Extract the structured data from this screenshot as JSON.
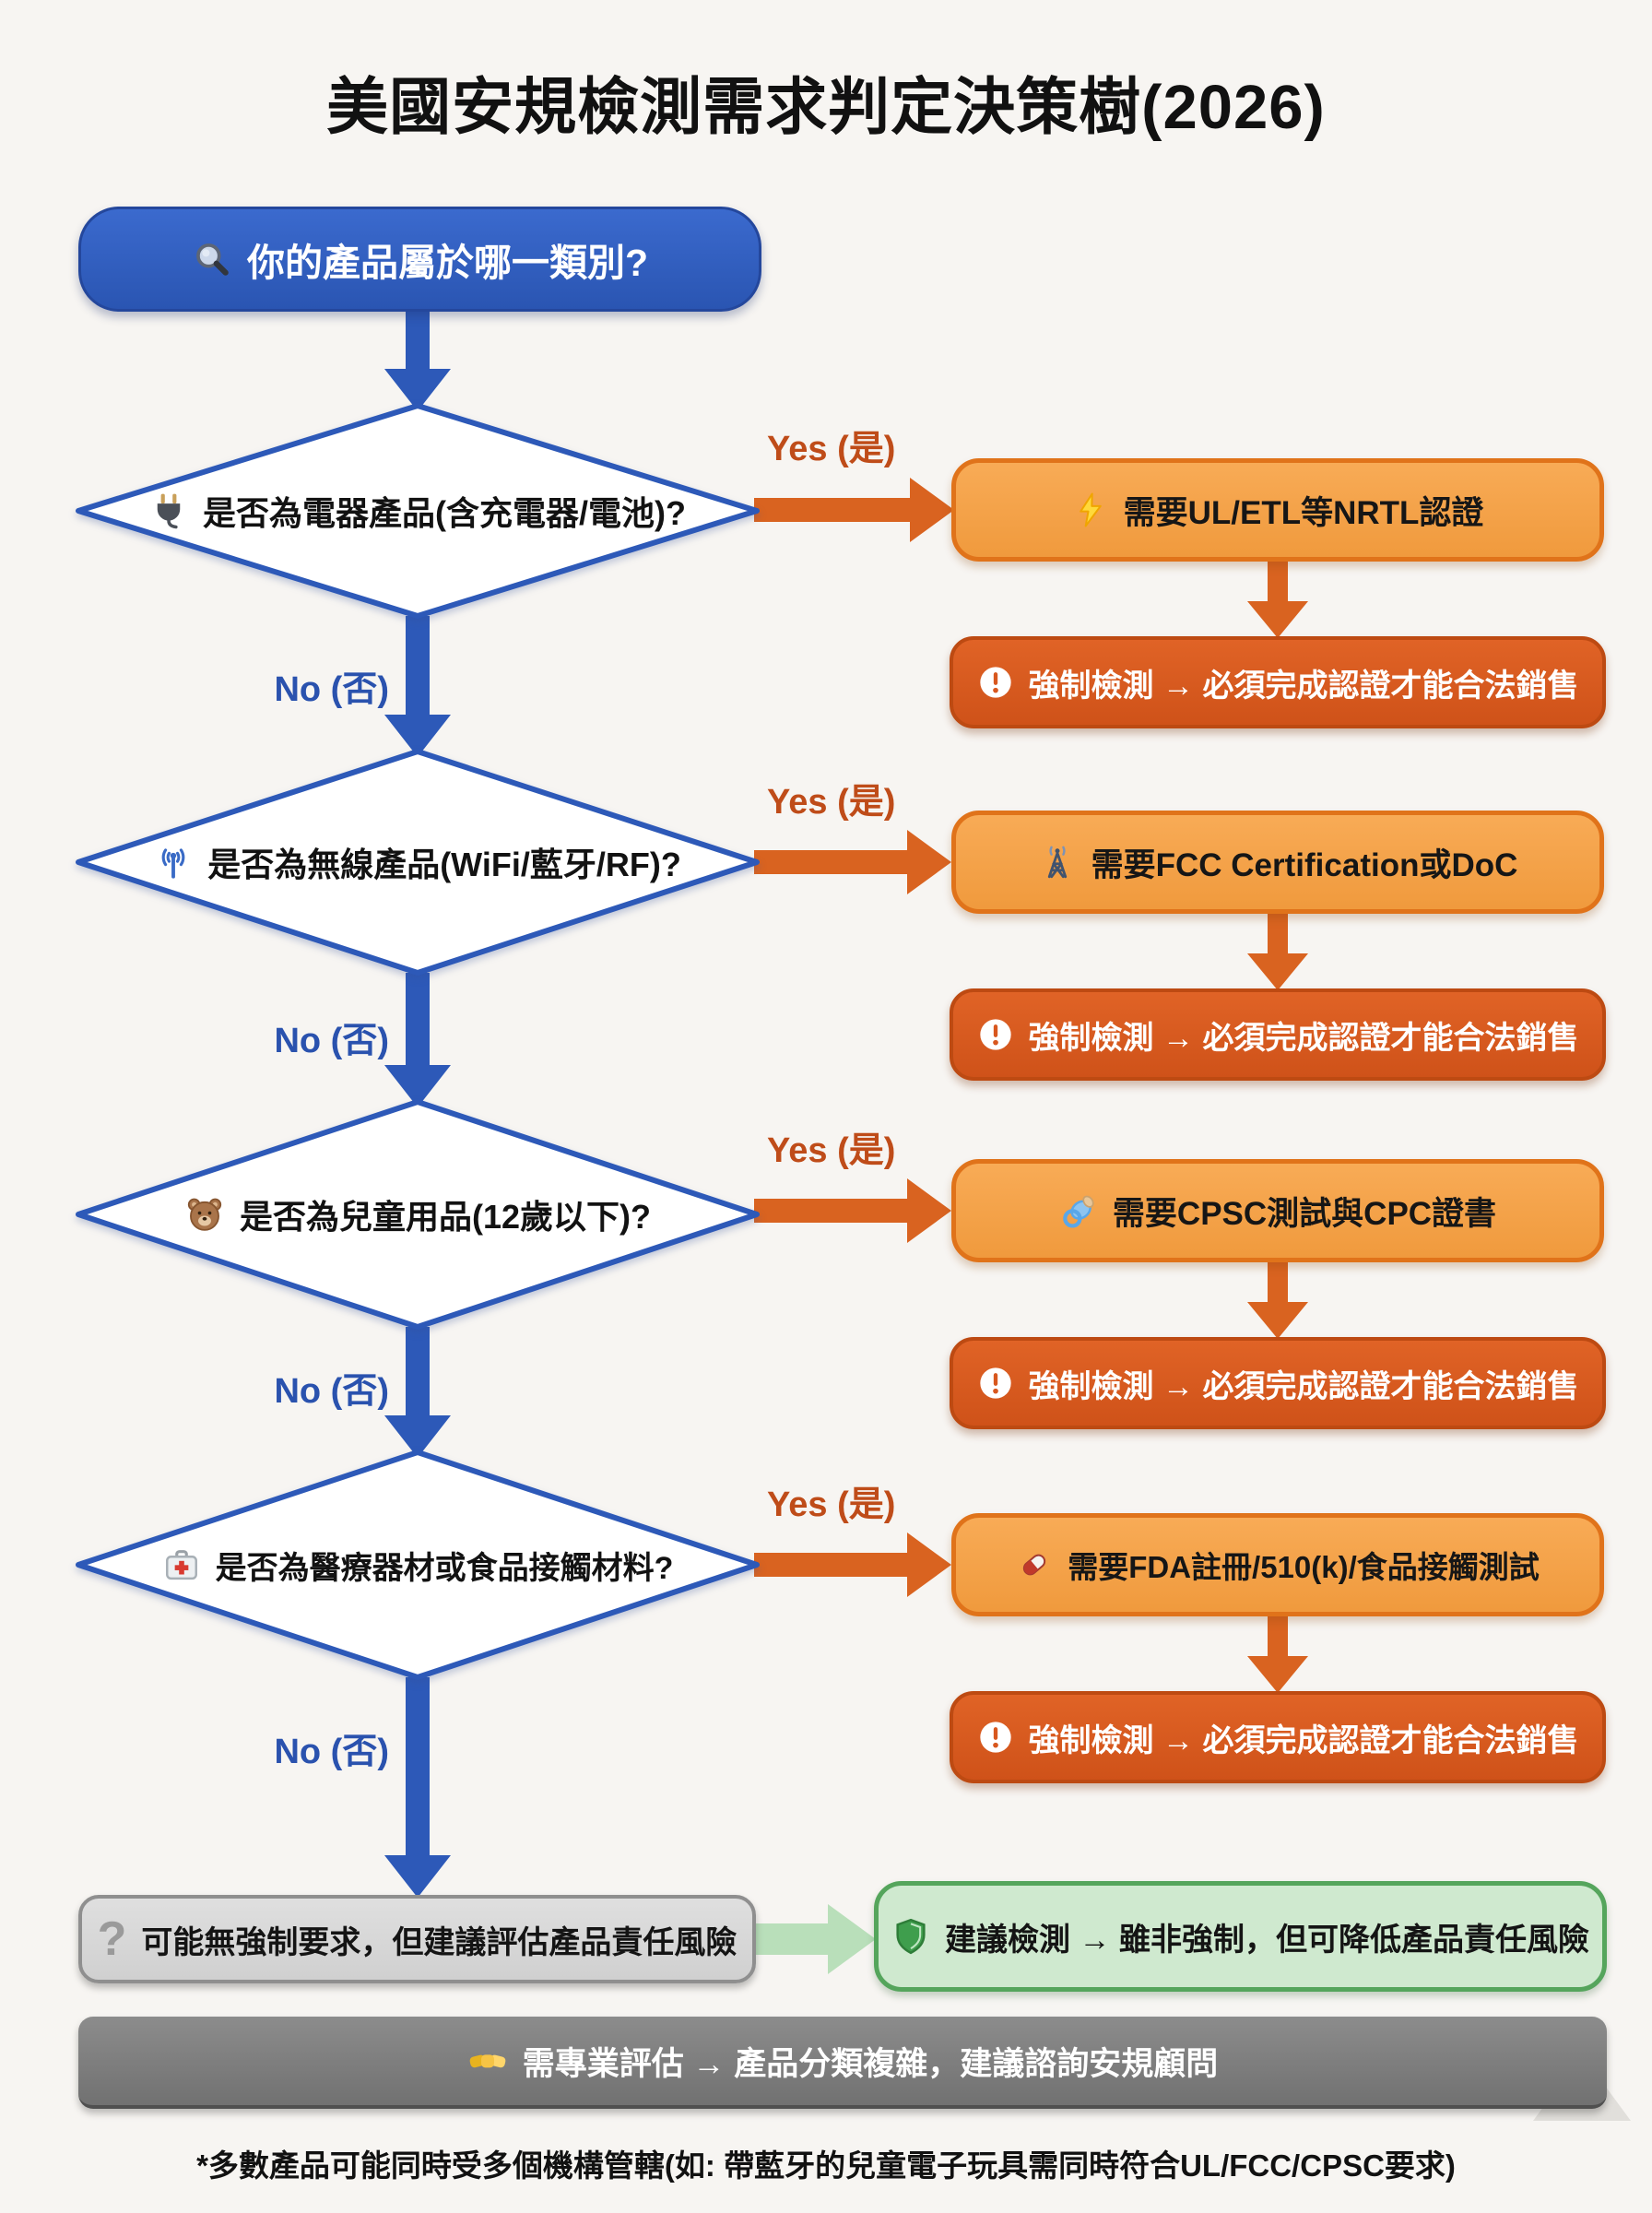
{
  "title": "美國安規檢測需求判定決策樹(2026)",
  "start": {
    "label": "你的產品屬於哪一類別?"
  },
  "labels": {
    "yes": "Yes (是)",
    "no": "No (否)"
  },
  "mandatory": "強制檢測 → 必須完成認證才能合法銷售",
  "rows": [
    {
      "question": "是否為電器產品(含充電器/電池)?",
      "question_icon": "plug-icon",
      "result": "需要UL/ETL等NRTL認證",
      "result_icon": "lightning-icon"
    },
    {
      "question": "是否為無線產品(WiFi/藍牙/RF)?",
      "question_icon": "antenna-icon",
      "result": "需要FCC Certification或DoC",
      "result_icon": "radio-tower-icon"
    },
    {
      "question": "是否為兒童用品(12歲以下)?",
      "question_icon": "teddy-bear-icon",
      "result": "需要CPSC測試與CPC證書",
      "result_icon": "pacifier-icon"
    },
    {
      "question": "是否為醫療器材或食品接觸材料?",
      "question_icon": "first-aid-kit-icon",
      "result": "需要FDA註冊/510(k)/食品接觸測試",
      "result_icon": "pill-icon"
    }
  ],
  "no_mandatory": {
    "label": "可能無強制要求，但建議評估產品責任風險"
  },
  "recommended": {
    "label": "建議檢測 → 雖非強制，但可降低產品責任風險"
  },
  "expert": {
    "label": "需專業評估 → 產品分類複雜，建議諮詢安規顧問"
  },
  "footnote": "*多數產品可能同時受多個機構管轄(如: 帶藍牙的兒童電子玩具需同時符合UL/FCC/CPSC要求)",
  "colors": {
    "blue": "#2d59b8",
    "orange": "#d96320",
    "orange_light": "#f6a54c",
    "orange_border": "#e0731a",
    "orange_dark": "#d8581e",
    "green_border": "#55a55c",
    "green_fill": "#cfe9cf",
    "gray_bar": "#7c7c7c",
    "yes_text": "#bf4c19",
    "no_text": "#2a52ae"
  }
}
